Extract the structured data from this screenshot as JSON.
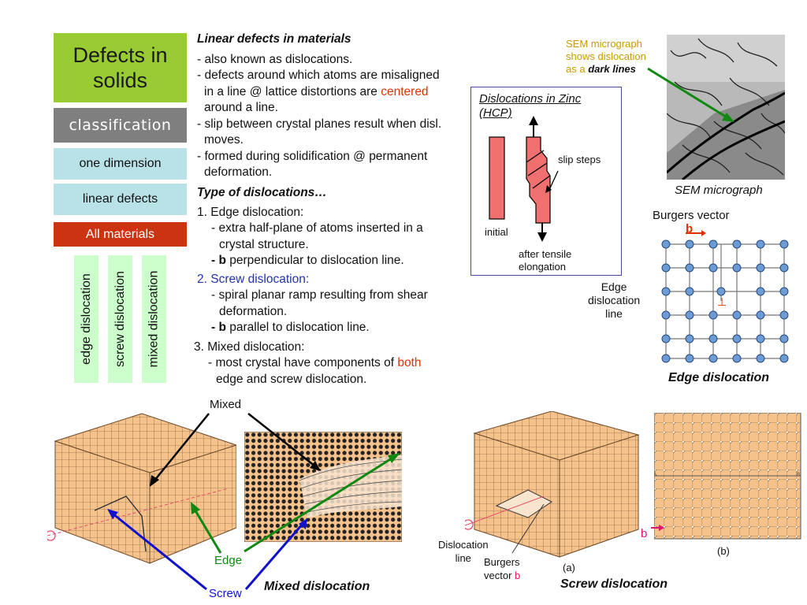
{
  "left_panel": {
    "title": "Defects in solids",
    "classification": "classification",
    "one_dimension": "one dimension",
    "linear_defects": "linear defects",
    "all_materials": "All materials",
    "vertical": [
      "edge dislocation",
      "screw dislocation",
      "mixed dislocation"
    ]
  },
  "text": {
    "heading": "Linear defects in materials",
    "l1": "- also known as dislocations.",
    "l2": "- defects around which atoms are misaligned",
    "l3a": "in a line @ lattice distortions are ",
    "l3b": "centered",
    "l4": "around a line.",
    "l5": "- slip between crystal planes  result when disl.",
    "l6": "moves.",
    "l7": "- formed during solidification @ permanent",
    "l8": "deformation.",
    "types_heading": "Type of dislocations…",
    "edge_title": "1. Edge dislocation:",
    "edge_1": "- extra half-plane of atoms inserted in a",
    "edge_2": "crystal structure.",
    "edge_3a": "- b",
    "edge_3b": " perpendicular to dislocation line.",
    "screw_title": "2. Screw dislocation:",
    "screw_1": "- spiral planar ramp resulting from shear",
    "screw_2": "deformation.",
    "screw_3a": "- b",
    "screw_3b": " parallel to dislocation line.",
    "mixed_title": "3. Mixed dislocation:",
    "mixed_1a": "- most crystal have components of ",
    "mixed_1b": "both",
    "mixed_2": "edge and screw dislocation."
  },
  "zinc": {
    "title1": "Dislocations in Zinc",
    "title2": "(HCP)",
    "slip": "slip steps",
    "initial": "initial",
    "after1": "after tensile",
    "after2": "elongation"
  },
  "sem": {
    "n1": "SEM micrograph",
    "n2": "shows dislocation",
    "n3a": "as a ",
    "n3b": "dark lines",
    "caption": "SEM micrograph"
  },
  "edge_fig": {
    "burgers": "Burgers vector",
    "b": "b",
    "line1": "Edge",
    "line2": "dislocation",
    "line3": "line",
    "caption": "Edge dislocation"
  },
  "mixed_fig": {
    "mixed": "Mixed",
    "edge": "Edge",
    "screw": "Screw",
    "caption": "Mixed dislocation"
  },
  "screw_fig": {
    "disl1": "Dislocation",
    "disl2": "line",
    "burg1": "Burgers",
    "burg2": "vector ",
    "burg_b": "b",
    "b_label": "b",
    "a": "(a)",
    "b_panel": "(b)",
    "caption": "Screw dislocation"
  },
  "colors": {
    "title_bg": "#99cc33",
    "classification_bg": "#7f7f7f",
    "cyan_bg": "#b8e2e8",
    "red_bg": "#cc3311",
    "green_bg": "#ccffcc",
    "crystal": "#f5c28c",
    "arrow_green": "#118811",
    "arrow_blue": "#1111cc"
  }
}
